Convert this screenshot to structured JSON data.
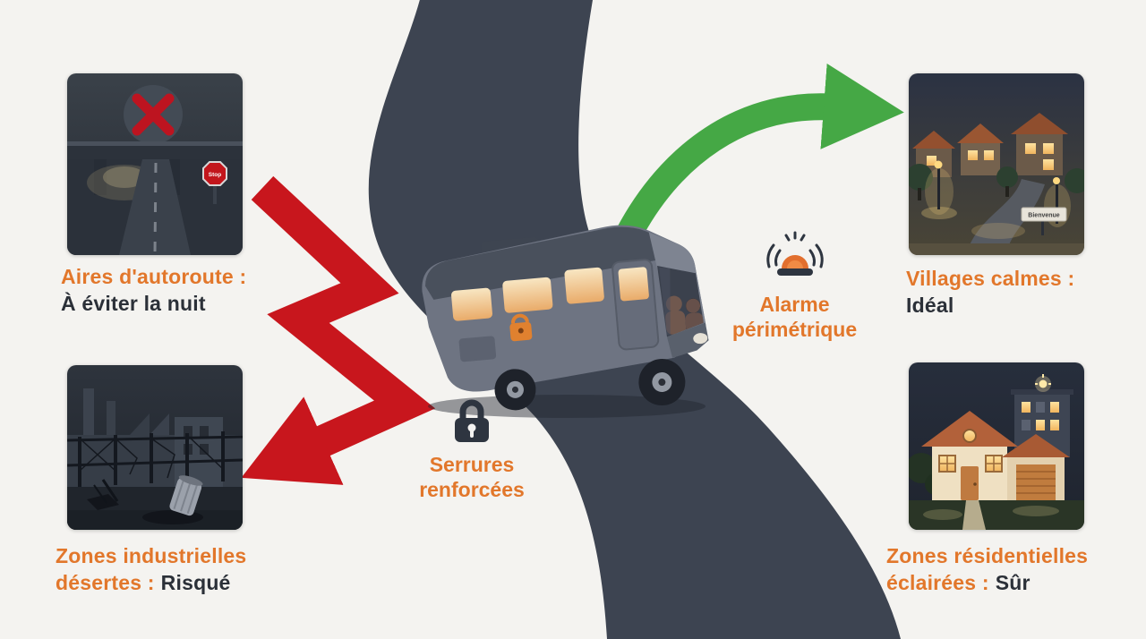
{
  "scene": {
    "background": "#f4f3f0",
    "road_color": "#3d4451",
    "accent_orange": "#e2772b",
    "dark_text": "#2b3038",
    "arrow_red": "#c8161d",
    "arrow_green": "#45a845"
  },
  "cards": {
    "highway": {
      "image_name": "highway-rest-area-at-night",
      "sign_text": "Stop",
      "label_accent": "Aires d'autoroute :",
      "label_dark": "À éviter la nuit"
    },
    "industrial": {
      "image_name": "deserted-industrial-zone-at-night",
      "label_accent_line1": "Zones industrielles",
      "label_accent_line2": "désertes :",
      "label_dark": "Risqué"
    },
    "village": {
      "image_name": "quiet-village-at-night",
      "sign_text": "Bienvenue",
      "label_accent": "Villages calmes :",
      "label_dark": "Idéal"
    },
    "residential": {
      "image_name": "lit-residential-area-at-night",
      "label_accent_line1": "Zones résidentielles",
      "label_accent_line2": "éclairées :",
      "label_dark": "Sûr"
    }
  },
  "callouts": {
    "locks": {
      "icon": "padlock-icon",
      "line1": "Serrures",
      "line2": "renforcées"
    },
    "alarm": {
      "icon": "siren-icon",
      "line1": "Alarme",
      "line2": "périmétrique"
    }
  }
}
